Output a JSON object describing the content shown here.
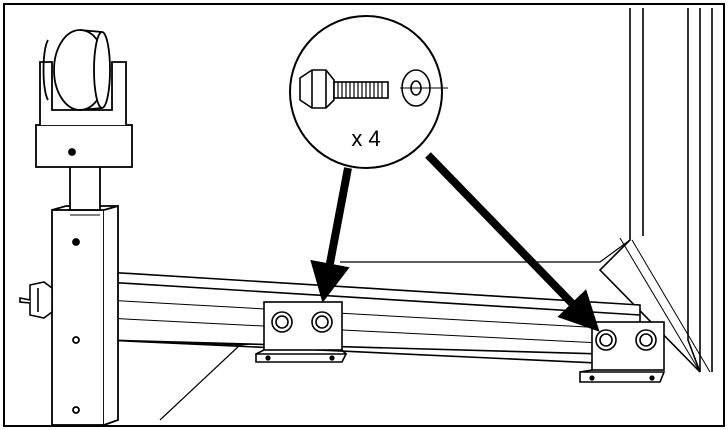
{
  "figure": {
    "hardware_callout": {
      "quantity_label": "x 4",
      "parts": [
        "hex-bolt",
        "washer"
      ]
    },
    "bolt_pairs": 2,
    "colors": {
      "line": "#000000",
      "fill": "#ffffff",
      "border": "#000000"
    }
  }
}
